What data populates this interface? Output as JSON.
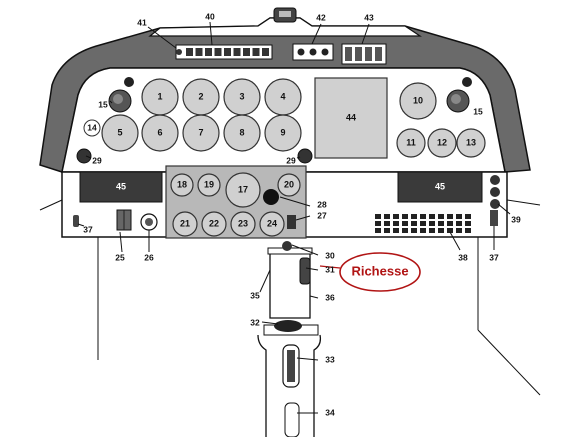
{
  "panel_instruments": {
    "upper_left": [
      "1",
      "2",
      "3",
      "4",
      "5",
      "6",
      "7",
      "8",
      "9"
    ],
    "upper_right": [
      "10",
      "11",
      "12",
      "13"
    ],
    "center_display": "44",
    "side_knobs": "15",
    "small_gauge": "14",
    "panel_lights": "29"
  },
  "top_elements": {
    "annunciator": "40",
    "top_left": "41",
    "top_mid": "42",
    "top_right": "43"
  },
  "displays": {
    "left": "45",
    "right": "45"
  },
  "center_stack": [
    "18",
    "19",
    "17",
    "20",
    "21",
    "22",
    "23",
    "24"
  ],
  "labels": {
    "l25": "25",
    "l26": "26",
    "l27": "27",
    "l28": "28",
    "l30": "30",
    "l31": "31",
    "l32": "32",
    "l33": "33",
    "l34": "34",
    "l35": "35",
    "l36": "36",
    "l37a": "37",
    "l37b": "37",
    "l38": "38",
    "l39": "39"
  },
  "callout": {
    "text": "Richesse"
  }
}
